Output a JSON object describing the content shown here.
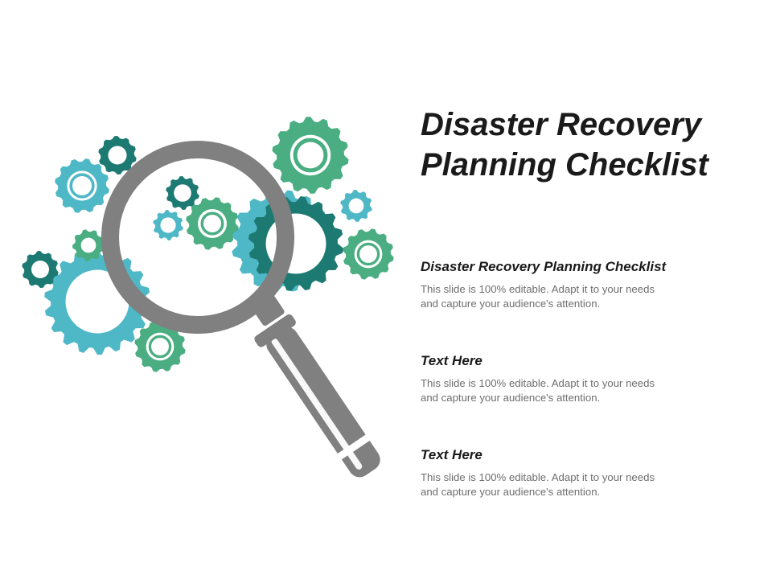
{
  "slide": {
    "title": "Disaster Recovery Planning Checklist",
    "sections": [
      {
        "heading": "Disaster Recovery Planning Checklist",
        "body": "This slide is 100% editable. Adapt it to your needs and capture your audience's attention."
      },
      {
        "heading": "Text Here",
        "body": "This slide is 100% editable. Adapt it to your needs and capture your audience's attention."
      },
      {
        "heading": "Text Here",
        "body": "This slide is 100% editable. Adapt it to your needs and capture your audience's attention."
      }
    ]
  },
  "illustration": {
    "icon": "magnifying-glass-with-gears",
    "colors": {
      "teal_light": "#4fb8c7",
      "teal_dark": "#1d7a72",
      "green": "#4aae82",
      "glass_gray": "#808080"
    }
  }
}
